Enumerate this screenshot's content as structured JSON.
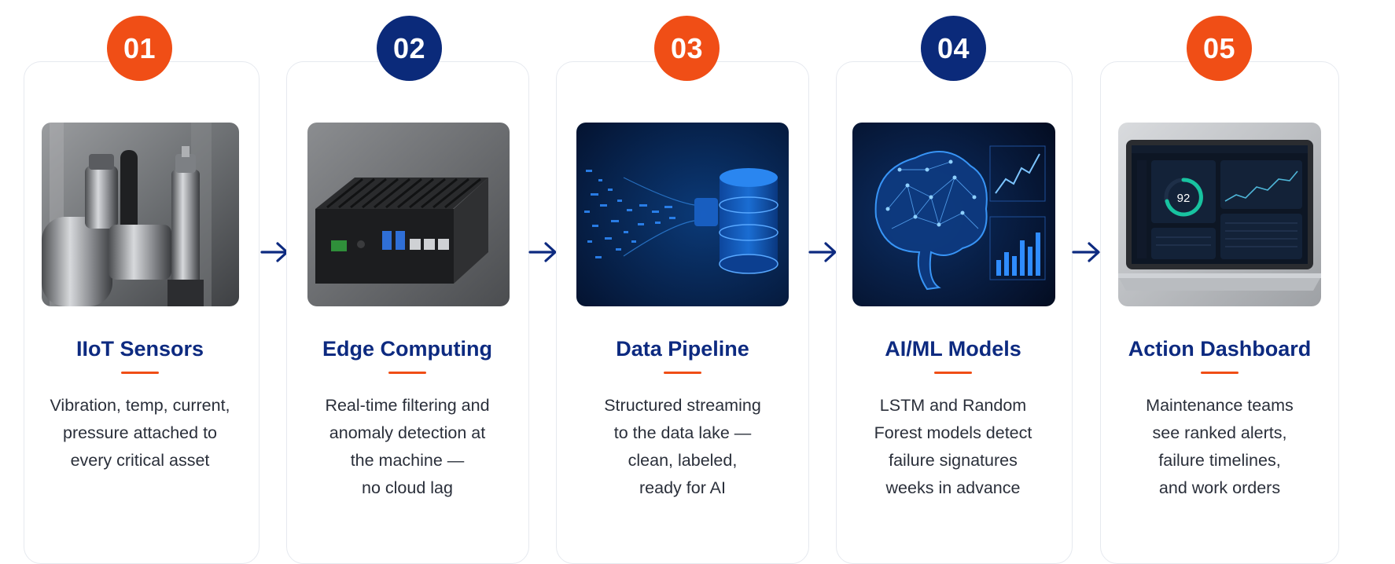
{
  "steps": [
    {
      "number": "01",
      "title": "IIoT Sensors",
      "image": "industrial-vibration-sensors-photo",
      "lines": [
        "Vibration, temp, current,",
        "pressure attached to",
        "every critical asset"
      ]
    },
    {
      "number": "02",
      "title": "Edge Computing",
      "image": "edge-computer-device-photo",
      "lines": [
        "Real-time filtering and",
        "anomaly detection at",
        "the machine —",
        "no cloud lag"
      ]
    },
    {
      "number": "03",
      "title": "Data Pipeline",
      "image": "data-stream-into-database-illustration",
      "lines": [
        "Structured streaming",
        "to the data lake —",
        "clean, labeled,",
        "ready for AI"
      ]
    },
    {
      "number": "04",
      "title": "AI/ML Models",
      "image": "neural-brain-with-charts-illustration",
      "lines": [
        "LSTM and Random",
        "Forest models detect",
        "failure signatures",
        "weeks in advance"
      ]
    },
    {
      "number": "05",
      "title": "Action Dashboard",
      "image": "laptop-dashboard-photo",
      "dashboard_score": "92",
      "lines": [
        "Maintenance teams",
        "see ranked alerts,",
        "failure timelines,",
        "and work orders"
      ]
    }
  ],
  "arrow_icon": "right-arrow-icon",
  "colors": {
    "accent_orange": "#f04e16",
    "navy": "#0d2a80",
    "badge_navy": "#0b2a7a",
    "body_text": "#2a2f3a",
    "card_border": "#e6e9ef"
  }
}
